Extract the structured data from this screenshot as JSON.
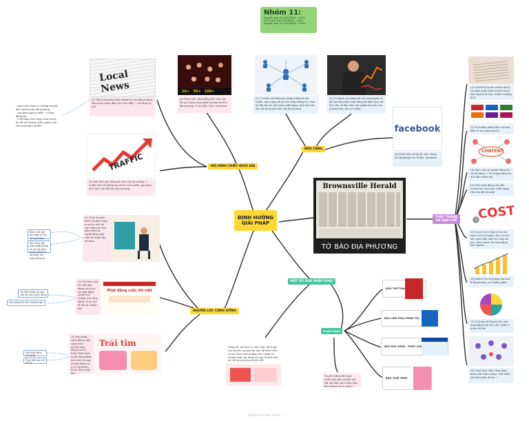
{
  "title": {
    "heading": "Nhóm 11:",
    "members": [
      "Nguyễn Đức Hà 22018044 - 100%",
      "Lê Thị Mỹ Tâm 22018047 - 100%",
      "Nguyễn Văn Tín 22018048 - 100%"
    ]
  },
  "center": {
    "label": "ĐỊNH HƯỚNG GIẢI PHÁP"
  },
  "branches": {
    "long_tail": "MÔ HÌNH CHIẾC ĐUÔI DÀI",
    "platform": "NỀN TẢNG",
    "community": "NGUỒN LỰC CỘNG ĐỒNG",
    "solutions": "MỘT SỐ GIẢI PHÁP KHÁC",
    "status": "THỰC TRẠNG VÀ HẠN CHẾ",
    "layers": "PHÂN KHÚC"
  },
  "newspaper": {
    "masthead": "Brownsville Herald",
    "caption": "TỜ BÁO ĐỊA PHƯƠNG"
  },
  "images": {
    "local_news": "Local News",
    "traffic": "TRAFFIC",
    "facebook": "facebook",
    "content": "CONTENT",
    "cost": "COST",
    "trai_tim": "Trái tim",
    "contest": "Phát động cuộc thi viết"
  },
  "cards": {
    "local_news": "(2) Tập trung khai thác thông tin của địa phương. Nội dung mang đậm tính khu biệt → Gia tăng lợi thế",
    "local_left": "- Khai thác được xu hướng chuyển dịch quảng cáo địa phương\n- Gia tăng lượng traffic → Cộng đồng lớn\n→ Gia tăng khả năng cạnh tranh, do đó với những nhãn quảng cáo nào nuôi tiêm nhiễm",
    "ksl": "(4) Phát triển cộng đồng KOL làm nội dung nhưng cũng phép quảng bá hình địa phương. Ví dụ điển hình: Schannel",
    "traffic": "(5) Dựa trên các thông tin hot của thị trường → Chiến dịch nổi đúng xã lực thu hút traffic, gia tăng hình ảnh của đài báo địa phương",
    "network": "(1) Tỉ chiều hệ thống thu thập thông tin đa tuyến, xây dựng với lực thu thập thông tin, mua lại đội với các nội dung chất lượng, đưa hình tài các nội dung gắn liền với địa phương",
    "chess": "(2) (F) Mạnh tự hướng tới các khung báo lá, giữ lại một phần hoạt động để đảm ứng các nhu cầu về đặc báo của người lớn tuổi, tìm hướng khác với xu hướng",
    "facebook": "(3) Phát triển về đa lân bức: Mạng xã hội giống như TikTok, Facebook",
    "community1": "(1) Thúc khuyến khích thường hoặc mua tin viết với các thông tin hay, đảm bảo các người đóng góp viết về tỉ báo địa phương",
    "community2": "(2) Tổ chức cuộc thi viết báo, đăng vào mục và hoạt động nhằm lĩnh hưởng của cộng đồng. Ví dụ: thi lễ hội và nhuận bút",
    "community3": "(3) Xây dựng cộng đồng: tiếp ngay hiệu những hoạt động như tri thức: Phát triển ra lại cộng đồng hình ảnh nhưng, những đóng có ý chí về thành, ví dụ: Bảo chấn đầu",
    "solutions": "Cộng tác với dịch vụ sản xuất nội dung cho sở hữu và báo lớn hơn để kiếm tiền từ các hình thức quảng cáo, người cả những nhân lực đáng tin cậy có thể chia sẻ nội dung trong khuôn khổ",
    "layers_note": "Truyền thông tốt được nhiều độc giả và hiểu lựa kết nội tiếp cận nhiều. Đọc báo thông tin và nhiều người cần",
    "s1": "(1) Có thể là tự sản phẩm vật lý và phân phối nhiều ở tỉnh trung kinh doanh lỗ vốn, chiếm khoảng 50%",
    "s2": "(2) Xu hướng phát triển của loại điện tử và mạng xã hội",
    "s3": "(3) Hàm chế về nguồn thông tin và số lượng → Thu thập thông tin đưa đến nhiều đài",
    "s4": "(4) Hình hoạt động của yếu mang tính mua bài, chất lượng, các báo địa phương",
    "s5": "(5) Chi phí thu thập tin tức và hành chính khoảng 30% chi phí liên quan đến việc thu thập tin tức, chính sách, do chạy đang kinh doanh",
    "s6": "(6) Doanh thu từ quảng cáo báo ở địa phương, xu hướng giảm",
    "s7": "(7) Tự trang lợi Doanh thu của hoạt động báo bản vẫn chiếm 1 phần rất lớn",
    "s8": "(8) Chưa thực hiện công đoạn phân thức Đổi hướng: \"Cải thiện nội dung báo là nơi...\""
  },
  "notes": {
    "n1": "Đơn vị tác giả thu thập tin tức và hoạt động kinh doanh",
    "n2": "Xây dựng bản kiếm được thông tin và cho giao tuyến thông tin bố phiên thu thập thông tin",
    "n3": "Tin hiểm được coi hay, viết bài tiêu khiển đăng",
    "n4": "Xây dựng tính anh thương hiệu",
    "n5": "Cần hoạt động có chỉ lại",
    "n6": "Thực hiện các chỉ số chỉ"
  },
  "layers": [
    "BÁO THỂ THAO",
    "BÁO VĂN HÓA CHÍNH TRỊ",
    "BÁO ĐỜI SỐNG - PHÁP LUẬT",
    "BÁO TUỔI TEEN"
  ],
  "footer": "Pepper tool with xmind",
  "colors": {
    "title_bg": "#93d47a",
    "center_bg": "#fdd835",
    "branch_line": "#222222",
    "pink_card": "#fde7ee",
    "blue_card": "#e6f1fb",
    "status_bg": "#c58ad9",
    "layers_bg": "#43c59e"
  }
}
